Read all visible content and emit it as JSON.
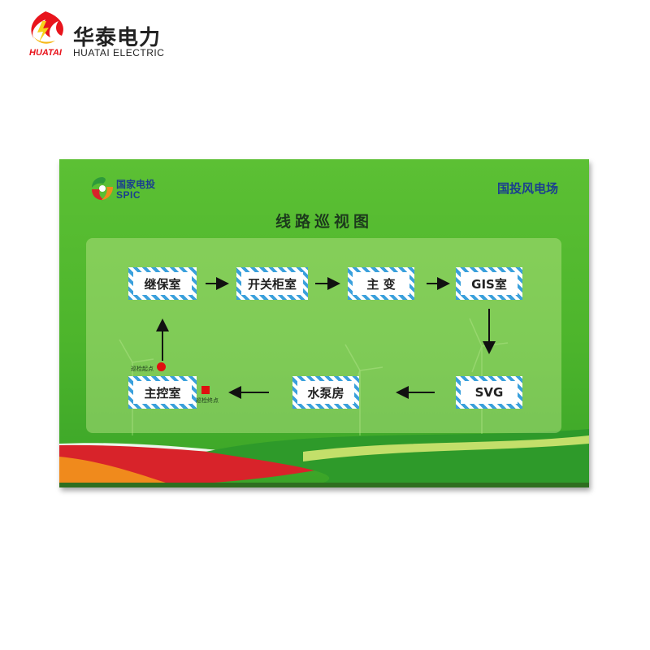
{
  "brand": {
    "name_cn": "华泰电力",
    "name_en": "HUATAI ELECTRIC",
    "logo_text": "HUATAI"
  },
  "board": {
    "company_cn": "国家电投",
    "company_en": "SPIC",
    "site_name": "国投风电场",
    "title": "线路巡视图",
    "stations": {
      "relay_room": "继保室",
      "switchgear_room": "开关柜室",
      "main_transformer": "主 变",
      "gis_room": "GIS室",
      "svg": "SVG",
      "pump_house": "水泵房",
      "main_control_room": "主控室"
    },
    "start_label": "巡检起点",
    "end_label": "巡检终点"
  },
  "colors": {
    "board_green": "#4db52c",
    "station_stripe": "#3aa0dc",
    "title_blue": "#1a3f8f",
    "marker_red": "#e01010"
  }
}
